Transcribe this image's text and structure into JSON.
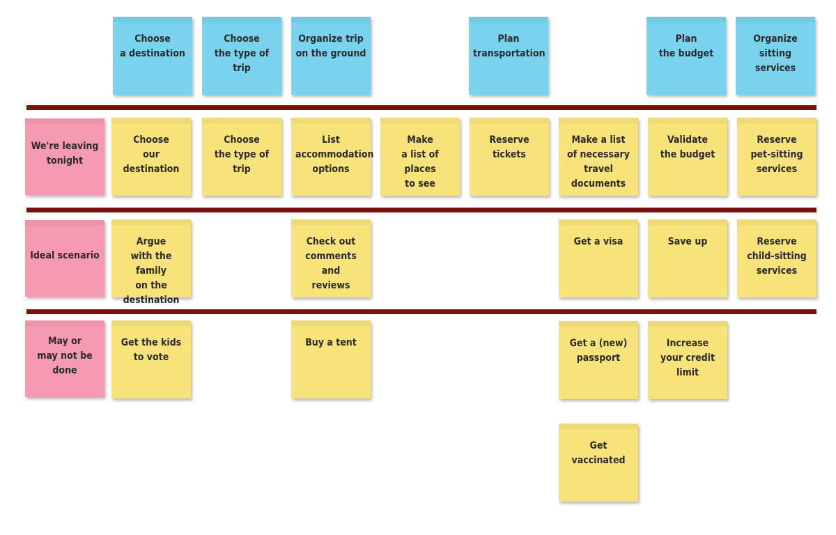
{
  "board": {
    "activities": [
      {
        "text": "Choose\na destination",
        "color": "blue"
      },
      {
        "text": "Choose\nthe type of trip",
        "color": "blue"
      },
      {
        "text": "Organize trip\non the ground",
        "color": "blue"
      },
      {
        "text": "Plan\ntransportation",
        "color": "blue"
      },
      {
        "text": "Plan\nthe budget",
        "color": "blue"
      },
      {
        "text": "Organize\nsitting services",
        "color": "blue"
      }
    ],
    "release_labels": [
      {
        "text": "We're leaving\ntonight"
      },
      {
        "text": "Ideal scenario"
      },
      {
        "text": "May or\nmay not be done"
      }
    ],
    "release_1": [
      {
        "text": "Choose\nour destination"
      },
      {
        "text": "Choose\nthe type of trip"
      },
      {
        "text": "List\naccommodation\noptions"
      },
      {
        "text": "Make\na list of places\nto see"
      },
      {
        "text": "Reserve tickets"
      },
      {
        "text": "Make a list\nof necessary\ntravel documents"
      },
      {
        "text": "Validate\nthe budget"
      },
      {
        "text": "Reserve\npet-sitting\nservices"
      }
    ],
    "release_2": [
      {
        "text": "Argue\nwith the family\non the destination"
      },
      {
        "text": "Check out\ncomments and\nreviews"
      },
      {
        "text": "Get a visa"
      },
      {
        "text": "Save up"
      },
      {
        "text": "Reserve\nchild-sitting\nservices"
      }
    ],
    "release_3": [
      {
        "text": "Get the kids\nto vote"
      },
      {
        "text": "Buy a tent"
      },
      {
        "text": "Get a (new)\npassport"
      },
      {
        "text": "Increase\nyour credit limit"
      },
      {
        "text": "Get vaccinated"
      }
    ]
  },
  "colors": {
    "blue": "#79d3ee",
    "yellow": "#f8e27a",
    "pink": "#f59ab0",
    "divider": "#7a1010"
  }
}
